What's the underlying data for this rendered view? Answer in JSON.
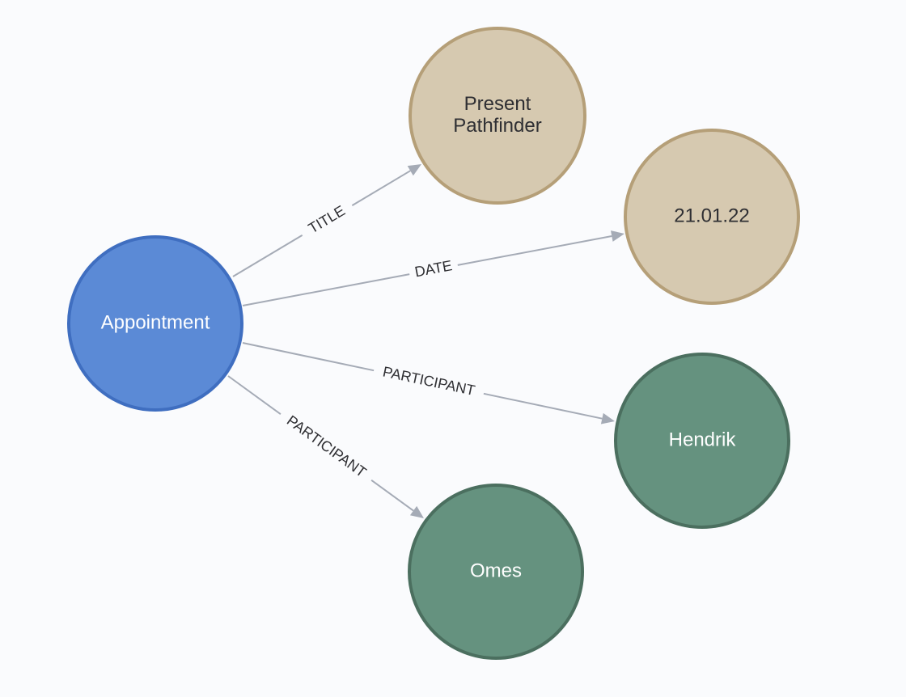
{
  "graph": {
    "colors": {
      "canvas_background": "#fafbfd",
      "edge": "#a5abb6",
      "edge_label_text": "#2f2f33"
    },
    "nodes": [
      {
        "id": "appointment",
        "label_lines": [
          "Appointment"
        ],
        "fill": "#5b8ad6",
        "stroke": "#3f6ec0",
        "text_color": "#ffffff"
      },
      {
        "id": "title-value",
        "label_lines": [
          "Present",
          "Pathfinder"
        ],
        "fill": "#d6c9b0",
        "stroke": "#b59f78",
        "text_color": "#2f2f33"
      },
      {
        "id": "date-value",
        "label_lines": [
          "21.01.22"
        ],
        "fill": "#d6c9b0",
        "stroke": "#b59f78",
        "text_color": "#2f2f33"
      },
      {
        "id": "hendrik",
        "label_lines": [
          "Hendrik"
        ],
        "fill": "#65927f",
        "stroke": "#4b6f5f",
        "text_color": "#ffffff"
      },
      {
        "id": "omes",
        "label_lines": [
          "Omes"
        ],
        "fill": "#65927f",
        "stroke": "#4b6f5f",
        "text_color": "#ffffff"
      }
    ],
    "edges": [
      {
        "id": "edge-title",
        "source": "appointment",
        "target": "title-value",
        "label": "TITLE"
      },
      {
        "id": "edge-date",
        "source": "appointment",
        "target": "date-value",
        "label": "DATE"
      },
      {
        "id": "edge-participant-hendrik",
        "source": "appointment",
        "target": "hendrik",
        "label": "PARTICIPANT"
      },
      {
        "id": "edge-participant-omes",
        "source": "appointment",
        "target": "omes",
        "label": "PARTICIPANT"
      }
    ]
  }
}
